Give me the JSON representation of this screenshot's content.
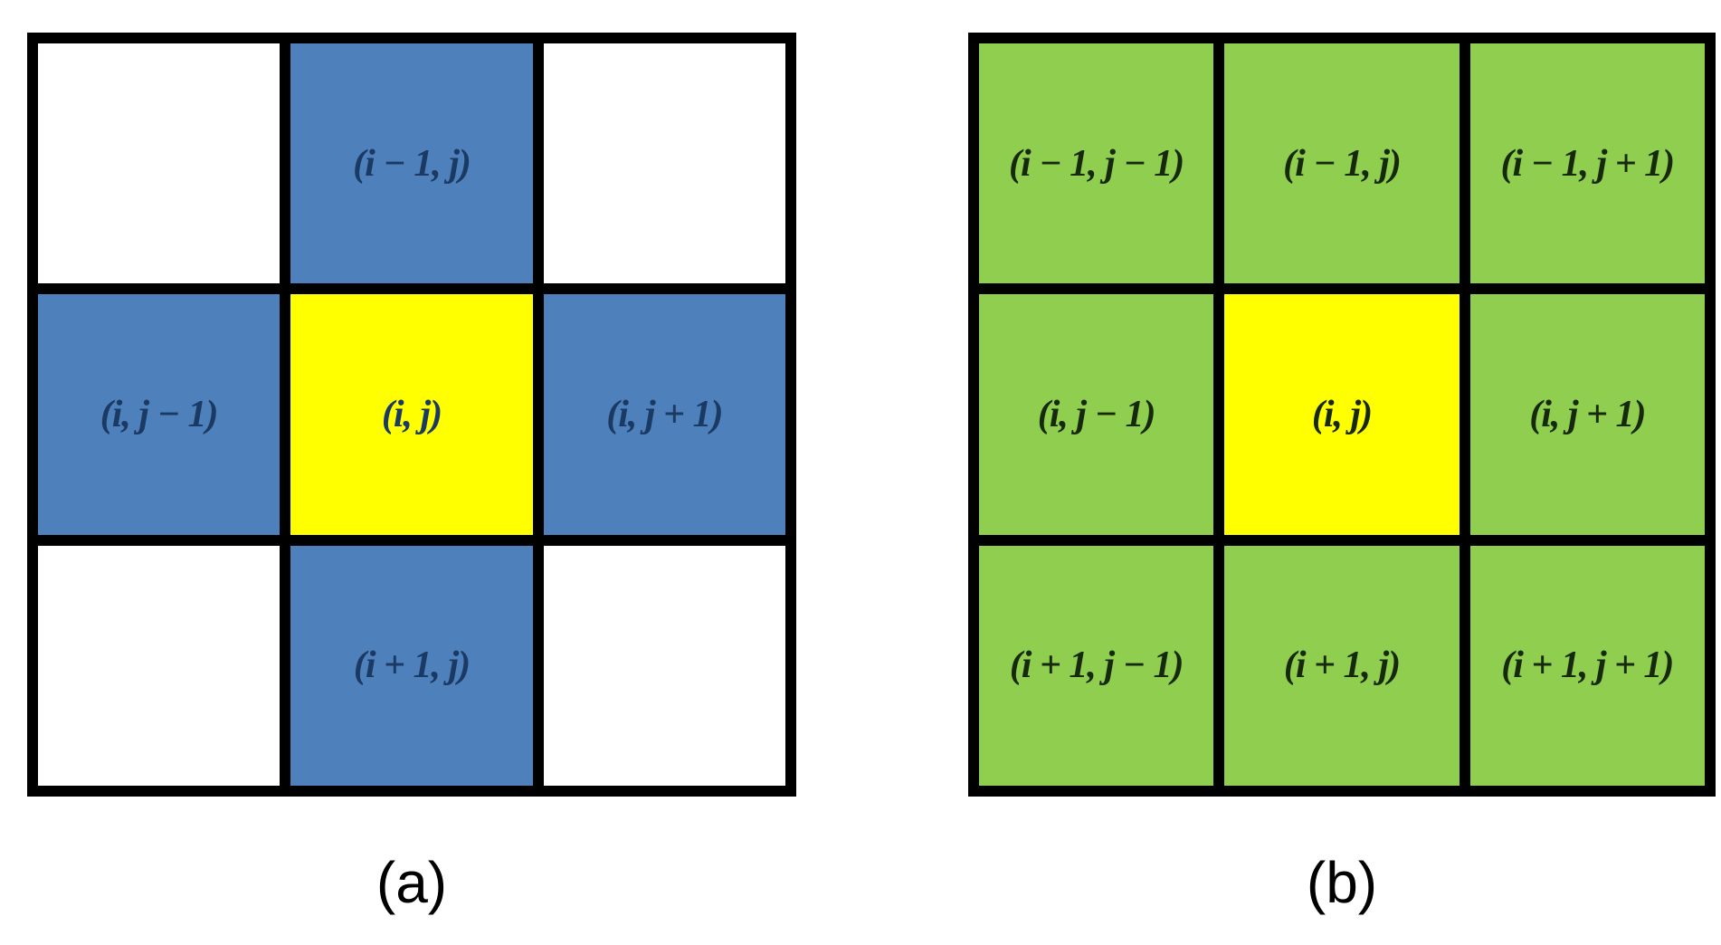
{
  "figure": {
    "description": "Pixel neighborhood diagrams: (a) 4-neighborhood, (b) 8-neighborhood",
    "caption_a": "(a)",
    "caption_b": "(b)"
  },
  "colors": {
    "page_bg": "#ffffff",
    "border": "#000000",
    "blue": "#4e80bc",
    "green": "#8fce4f",
    "yellow": "#ffff00",
    "white": "#ffffff",
    "text_navy": "#1b3a63",
    "text_dark_green": "#16290d",
    "caption_color": "#000000"
  },
  "grid_a": {
    "cells": [
      {
        "label": "",
        "fill": "white"
      },
      {
        "label": "(i − 1, j)",
        "fill": "blue"
      },
      {
        "label": "",
        "fill": "white"
      },
      {
        "label": "(i, j − 1)",
        "fill": "blue"
      },
      {
        "label": "(i, j)",
        "fill": "yellow"
      },
      {
        "label": "(i, j + 1)",
        "fill": "blue"
      },
      {
        "label": "",
        "fill": "white"
      },
      {
        "label": "(i + 1, j)",
        "fill": "blue"
      },
      {
        "label": "",
        "fill": "white"
      }
    ]
  },
  "grid_b": {
    "cells": [
      {
        "label": "(i − 1, j − 1)",
        "fill": "green"
      },
      {
        "label": "(i − 1, j)",
        "fill": "green"
      },
      {
        "label": "(i − 1, j + 1)",
        "fill": "green"
      },
      {
        "label": "(i, j − 1)",
        "fill": "green"
      },
      {
        "label": "(i, j)",
        "fill": "yellow"
      },
      {
        "label": "(i, j + 1)",
        "fill": "green"
      },
      {
        "label": "(i + 1, j − 1)",
        "fill": "green"
      },
      {
        "label": "(i + 1, j)",
        "fill": "green"
      },
      {
        "label": "(i + 1, j + 1)",
        "fill": "green"
      }
    ]
  }
}
